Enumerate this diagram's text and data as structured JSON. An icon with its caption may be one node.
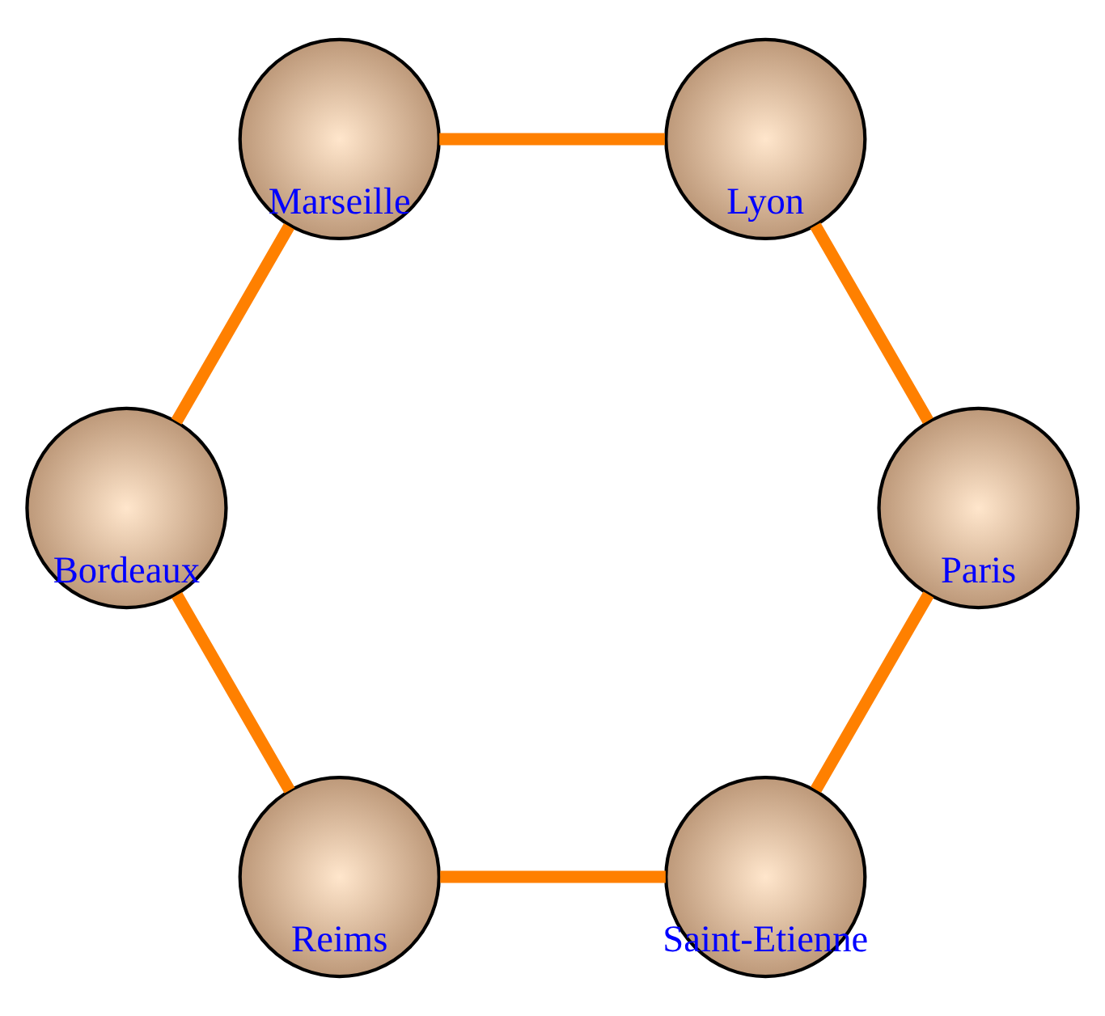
{
  "diagram": {
    "nodes": [
      {
        "text": [
          "Marseille"
        ]
      },
      {
        "text": [
          "Lyon"
        ]
      },
      {
        "text": [
          "Bordeaux"
        ]
      },
      {
        "text": [
          "Paris"
        ]
      },
      {
        "text": [
          "Reims"
        ]
      },
      {
        "text": [
          "Saint-Etienne"
        ]
      }
    ],
    "edges": [
      {
        "from": 0,
        "to": 1,
        "arrow": "none",
        "color": "#ff8000"
      },
      {
        "from": 1,
        "to": 3,
        "arrow": "none",
        "color": "#ff8000"
      },
      {
        "from": 3,
        "to": 5,
        "arrow": "none",
        "color": "#ff8000"
      },
      {
        "from": 5,
        "to": 4,
        "arrow": "none",
        "color": "#ff8000"
      },
      {
        "from": 4,
        "to": 2,
        "arrow": "none",
        "color": "#ff8000"
      },
      {
        "from": 2,
        "to": 0,
        "arrow": "none",
        "color": "#ff8000"
      }
    ]
  }
}
